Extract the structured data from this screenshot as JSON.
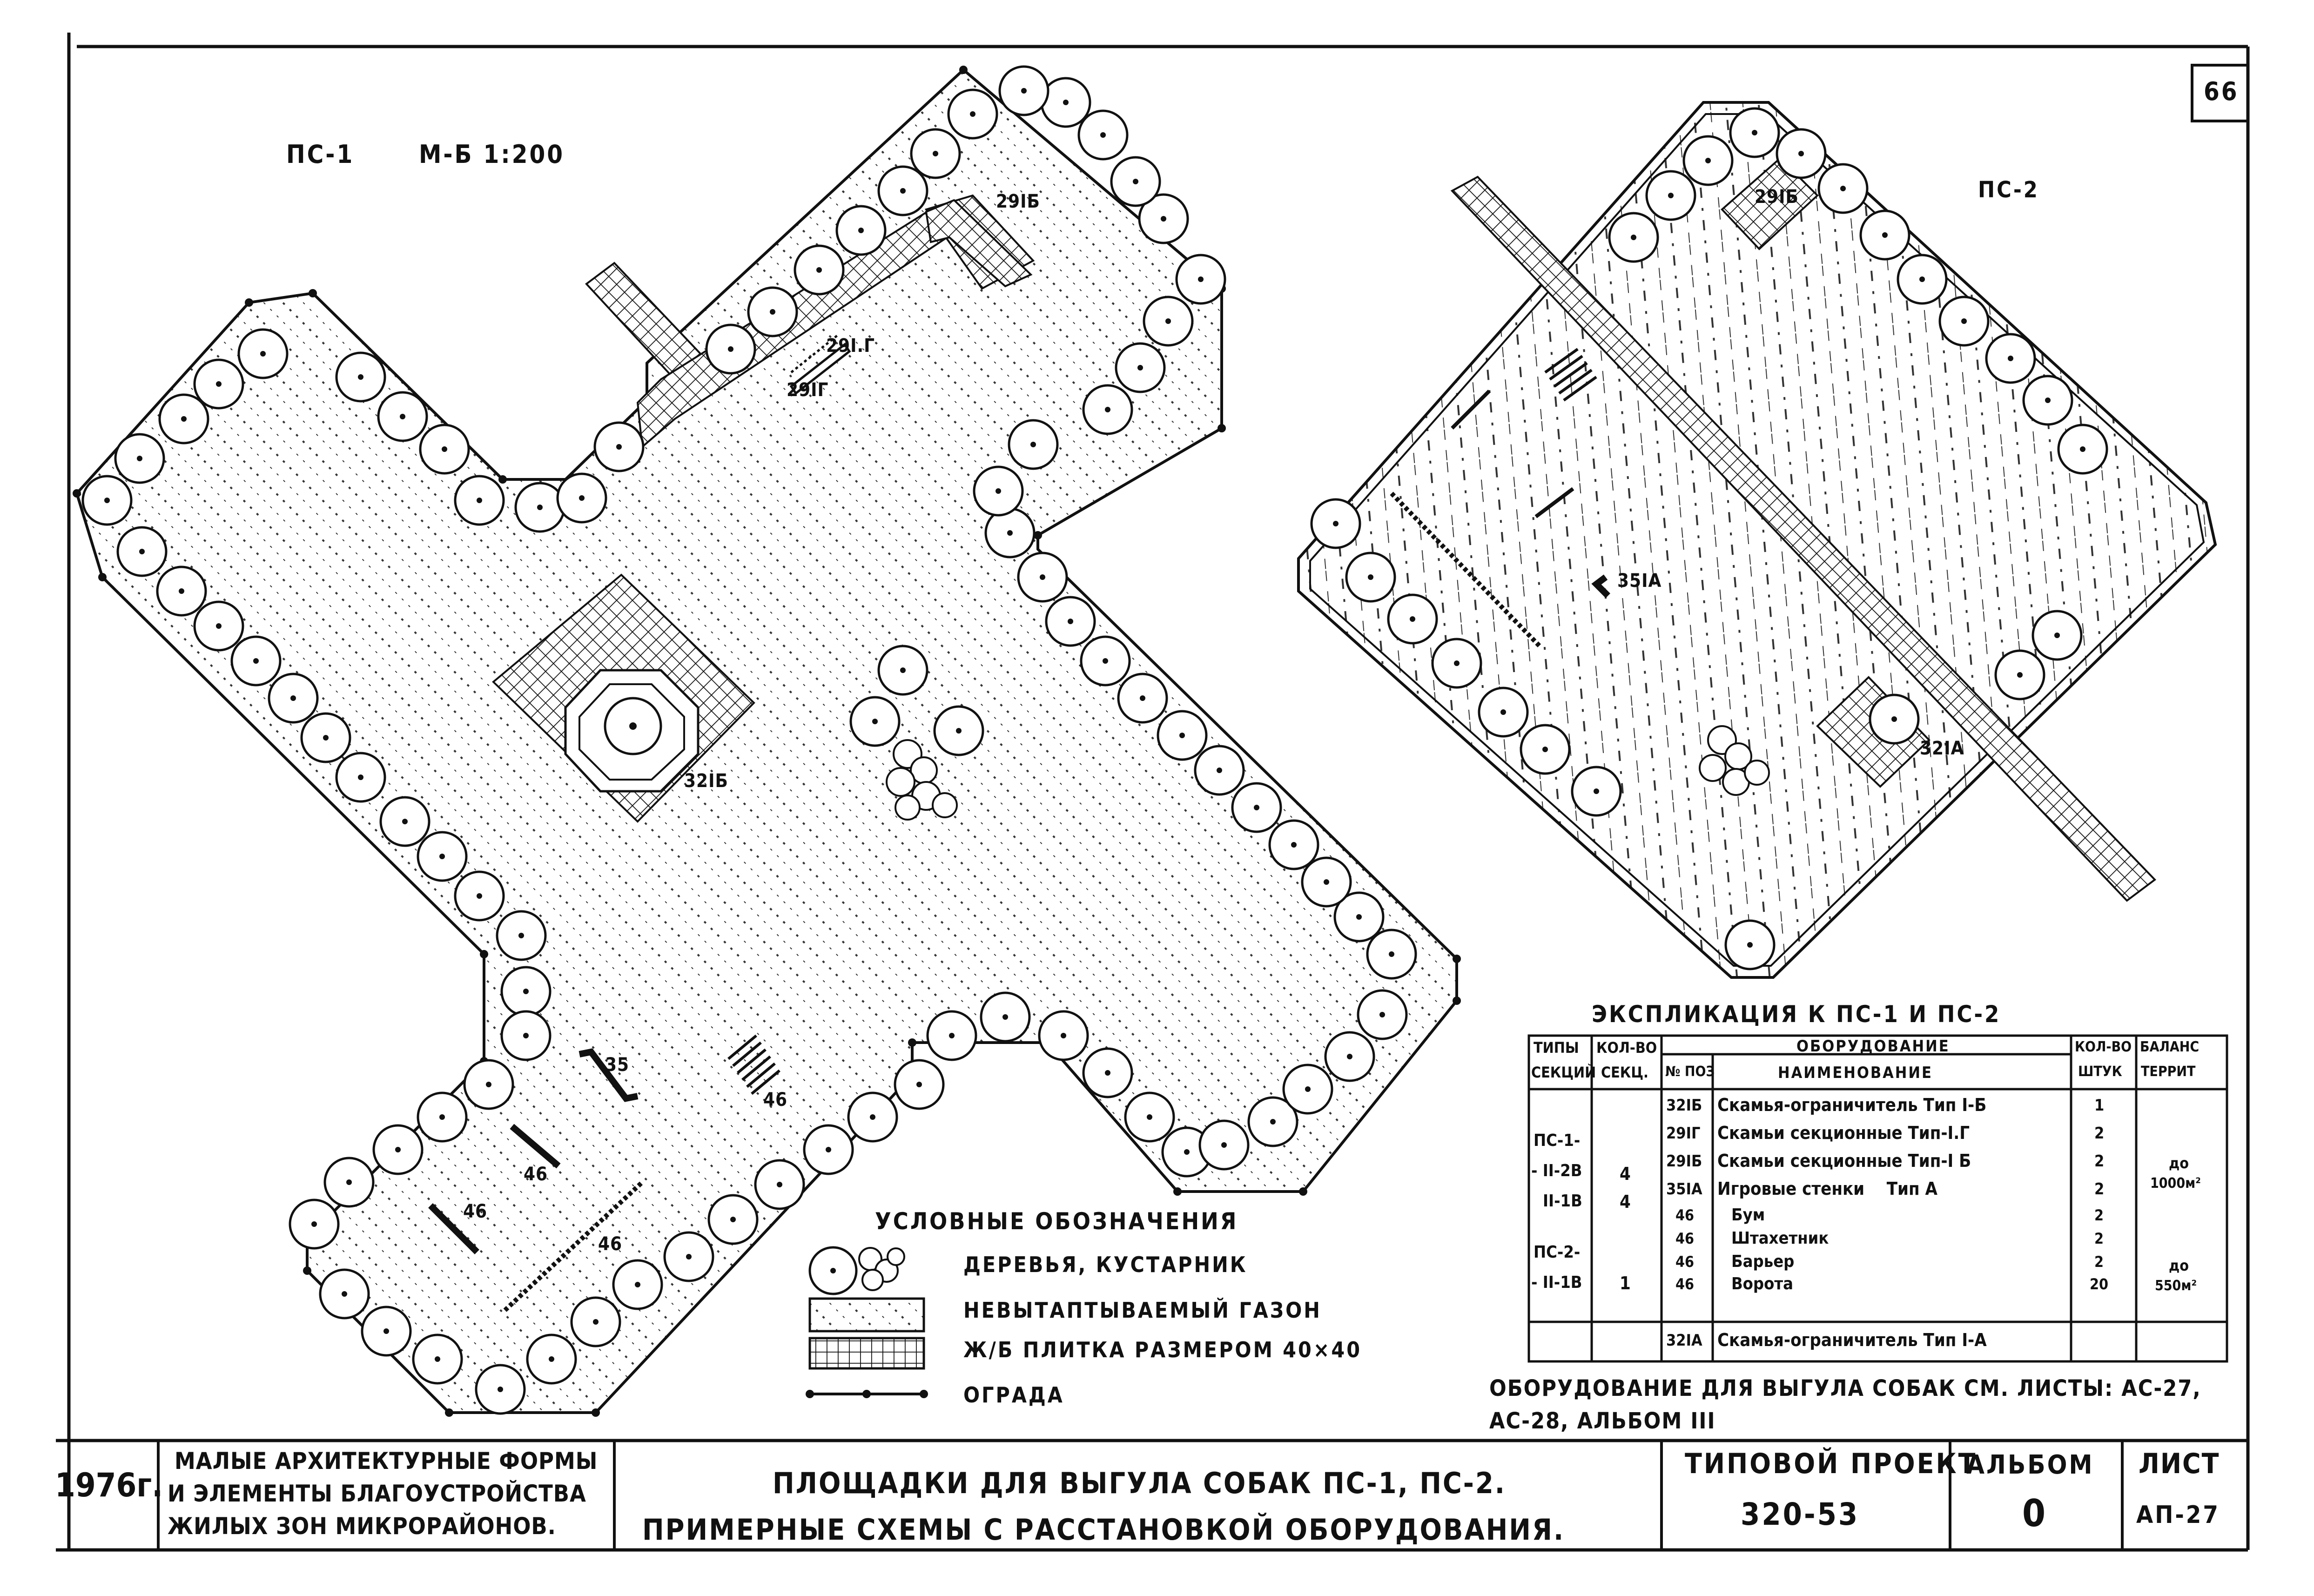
{
  "sheet_number": "66",
  "plan1": {
    "title": "ПС-1",
    "scale": "М-Б 1:200",
    "labels": {
      "bench_1b": "32ІБ",
      "bench_2g": "29ІГ",
      "bench_2g_b": "29І.Г",
      "bench_2b": "29ІБ",
      "play_walls": "35",
      "boom": "46",
      "fence_a": "46",
      "fence_b": "46",
      "fence_c": "46"
    }
  },
  "plan2": {
    "title": "ПС-2",
    "labels": {
      "bench_2b": "29ІБ",
      "play_walls": "35ІА",
      "bench_1a": "32ІА"
    }
  },
  "legend": {
    "title": "Условные обозначения",
    "items": [
      {
        "label": "деревья, кустарник",
        "icon": "tree-shrub-icon"
      },
      {
        "label": "невытаптываемый газон",
        "icon": "lawn-hatch-icon"
      },
      {
        "label": "ж/б плитка размером 40×40",
        "icon": "tile-grid-icon"
      },
      {
        "label": "ограда",
        "icon": "fence-line-icon"
      }
    ]
  },
  "explication": {
    "title": "ЭКСПЛИКАЦИЯ  К  ПС-1 И ПС-2",
    "headers": {
      "types": "ТИПЫ",
      "types2": "СЕКЦИЙ",
      "count": "КОЛ-ВО",
      "count2": "СЕКЦ.",
      "equipment": "ОБОРУДОВАНИЕ",
      "pos": "№ ПОЗ",
      "name": "НАИМЕНОВАНИЕ",
      "qty": "КОЛ-ВО",
      "qty2": "ШТУК",
      "balance": "БАЛАНС",
      "balance2": "ТЕРРИТ"
    },
    "section_types": [
      "ПС-1-",
      "- ІІ-2В",
      "ІІ-1В",
      "ПС-2-",
      "- ІІ-1В"
    ],
    "section_counts": [
      "4",
      "4",
      "1"
    ],
    "rows": [
      {
        "pos": "32ІБ",
        "name": "Скамья-ограничитель Тип І-Б",
        "qty": "1"
      },
      {
        "pos": "29ІГ",
        "name": "Скамьи секционные Тип-І.Г",
        "qty": "2"
      },
      {
        "pos": "29ІБ",
        "name": "Скамьи секционные Тип-І Б",
        "qty": "2"
      },
      {
        "pos": "35ІА",
        "name": "Игровые стенки    Тип А",
        "qty": "2"
      },
      {
        "pos": "46",
        "name": "Бум",
        "qty": "2"
      },
      {
        "pos": "46",
        "name": "Штахетник",
        "qty": "2"
      },
      {
        "pos": "46",
        "name": "Барьер",
        "qty": "2"
      },
      {
        "pos": "46",
        "name": "Ворота",
        "qty": "20"
      },
      {
        "pos": "32ІА",
        "name": "Скамья-ограничитель Тип І-А",
        "qty": ""
      }
    ],
    "balance": [
      "до",
      "1000м²",
      "до",
      "550м²"
    ]
  },
  "note": {
    "line1": "Оборудование для выгула собак см. листы: АС-27,",
    "line2": "АС-28, альбом ІІІ"
  },
  "title_block": {
    "year": "1976г.",
    "album_desc": [
      "Малые архитектурные формы",
      "и элементы благоустройства",
      "жилых зон микрорайонов."
    ],
    "title": [
      "Площадки для выгула собак ПС-1, ПС-2.",
      "Примерные схемы с расстановкой оборудования."
    ],
    "project_label": "Типовой проект",
    "project_number": "320-53",
    "album_label": "Альбом",
    "album_number": "0",
    "sheet_label": "Лист",
    "sheet_code": "АП-27"
  }
}
